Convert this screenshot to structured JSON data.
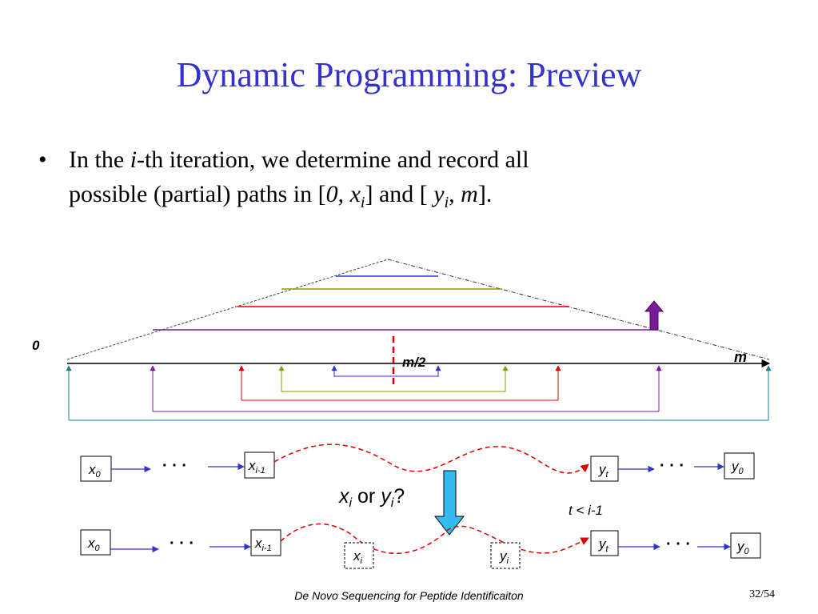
{
  "slide": {
    "title": "Dynamic Programming: Preview",
    "bullet": {
      "marker": "•",
      "line1_pre": "In the ",
      "line1_i": "i",
      "line1_post": "-th iteration, we determine and record all",
      "line2_pre": "possible (partial) paths in [",
      "line2_zero": "0",
      "line2_comma": ", ",
      "line2_x": "x",
      "line2_xsub": "i",
      "line2_mid": "] and [ ",
      "line2_y": "y",
      "line2_ysub": "i",
      "line2_comma2": ", ",
      "line2_m": "m",
      "line2_end": "]."
    },
    "footer_title": "De Novo Sequencing for Peptide Identificaiton",
    "page_number": "32/54"
  },
  "diagram": {
    "axis": {
      "start_label": "0",
      "mid_label": "m/2",
      "end_label": "m"
    },
    "question": {
      "x": "x",
      "xsub": "i",
      "or": " or ",
      "y": "y",
      "ysub": "i",
      "q": "?"
    },
    "condition": "t < i-1",
    "ellipsis": "· · ·",
    "row1": {
      "x0": {
        "base": "x",
        "sub": "0"
      },
      "xim1": {
        "base": "x",
        "sub": "i-1"
      },
      "yt": {
        "base": "y",
        "sub": "t"
      },
      "y0": {
        "base": "y",
        "sub": "0"
      }
    },
    "row2": {
      "x0": {
        "base": "x",
        "sub": "0"
      },
      "xim1": {
        "base": "x",
        "sub": "i-1"
      },
      "xi": {
        "base": "x",
        "sub": "i"
      },
      "yi": {
        "base": "y",
        "sub": "i"
      },
      "yt": {
        "base": "y",
        "sub": "t"
      },
      "y0": {
        "base": "y",
        "sub": "0"
      }
    },
    "colors": {
      "title": "#3333cc",
      "blue": "#3333cc",
      "olive": "#999900",
      "red": "#dd0000",
      "purple": "#7a1a99",
      "teal": "#1a8080",
      "arrow_fill": "#33bbee"
    }
  }
}
